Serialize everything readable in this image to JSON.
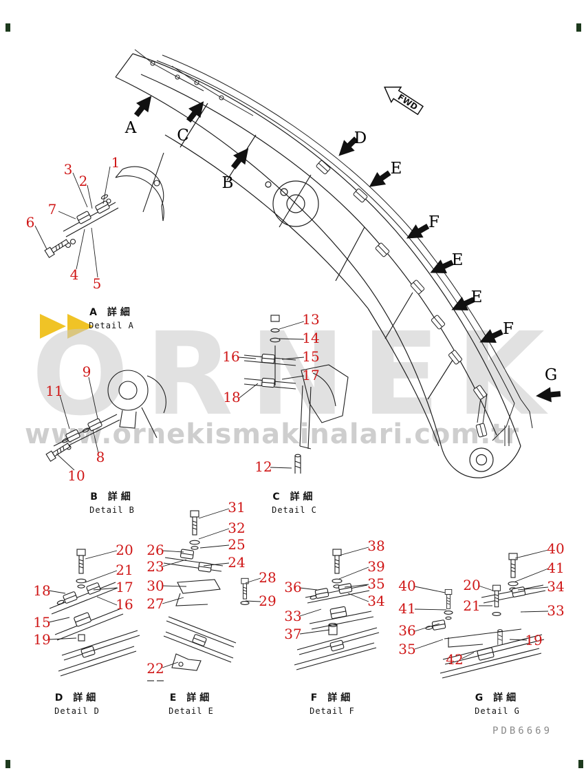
{
  "page": {
    "fwd_label": "FWD",
    "part_code": "PDB6669"
  },
  "watermark": {
    "brand": "ORNEK",
    "url": "www.ornekismakinalari.com.tr"
  },
  "view_labels": [
    "A",
    "C",
    "B",
    "D",
    "E",
    "F",
    "E",
    "E",
    "F",
    "G"
  ],
  "callouts": {
    "area_a": [
      "1",
      "3",
      "2",
      "7",
      "6",
      "4",
      "5"
    ],
    "area_b": [
      "9",
      "11",
      "8",
      "10"
    ],
    "area_c": [
      "13",
      "14",
      "16",
      "15",
      "17",
      "18",
      "12"
    ],
    "area_d": [
      "20",
      "21",
      "18",
      "17",
      "16",
      "15",
      "19"
    ],
    "area_e": [
      "31",
      "32",
      "26",
      "25",
      "23",
      "24",
      "30",
      "28",
      "27",
      "29",
      "22"
    ],
    "area_f": [
      "38",
      "39",
      "36",
      "35",
      "34",
      "33",
      "37"
    ],
    "area_g": [
      "40",
      "41",
      "20",
      "34",
      "21",
      "33",
      "40",
      "41",
      "36",
      "19",
      "35",
      "42"
    ]
  },
  "details": [
    {
      "jp": "A 詳細",
      "en": "Detail A"
    },
    {
      "jp": "B 詳細",
      "en": "Detail B"
    },
    {
      "jp": "C 詳細",
      "en": "Detail C"
    },
    {
      "jp": "D 詳細",
      "en": "Detail D"
    },
    {
      "jp": "E 詳細",
      "en": "Detail E"
    },
    {
      "jp": "F 詳細",
      "en": "Detail F"
    },
    {
      "jp": "G 詳細",
      "en": "Detail G"
    }
  ]
}
